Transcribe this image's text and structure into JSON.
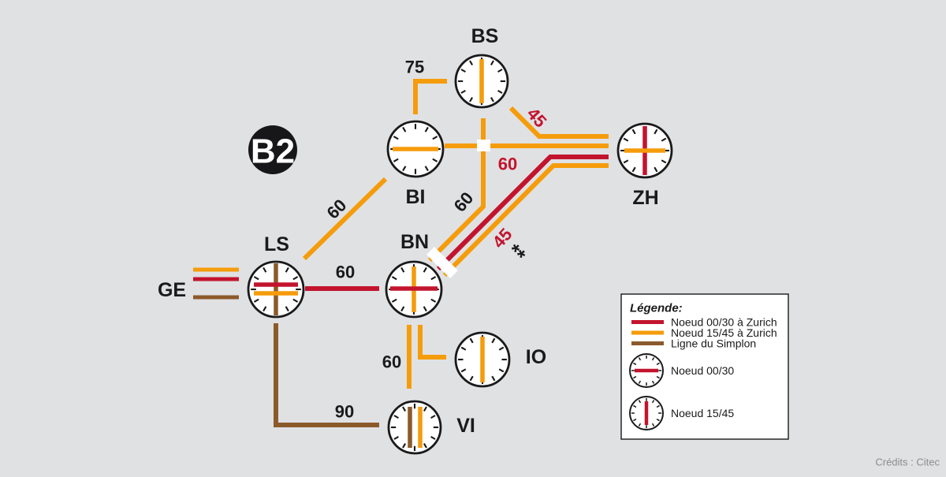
{
  "colors": {
    "node_0030": "#c3142d",
    "node_1545": "#f59c0b",
    "simplon": "#8b5a2b",
    "ink": "#1a1a1a",
    "background": "#e0e1e3",
    "badge_bg": "#17171a",
    "badge_text": "#ffffff",
    "credits_text": "#8c8c8e"
  },
  "badge": {
    "label": "B2"
  },
  "stations": [
    {
      "id": "BS",
      "label": "BS",
      "hands": [
        {
          "orient": "vertical",
          "service": "node_1545"
        }
      ]
    },
    {
      "id": "BI",
      "label": "BI",
      "hands": [
        {
          "orient": "horizontal",
          "service": "node_1545"
        }
      ]
    },
    {
      "id": "ZH",
      "label": "ZH",
      "hands": [
        {
          "orient": "vertical",
          "service": "node_0030"
        },
        {
          "orient": "horizontal",
          "service": "node_1545"
        }
      ]
    },
    {
      "id": "LS",
      "label": "LS",
      "hands": [
        {
          "orient": "vertical",
          "service": "simplon"
        },
        {
          "orient": "horizontal",
          "service": "node_0030"
        },
        {
          "orient": "horizontal",
          "service": "node_1545"
        }
      ]
    },
    {
      "id": "BN",
      "label": "BN",
      "hands": [
        {
          "orient": "vertical",
          "service": "node_1545"
        },
        {
          "orient": "horizontal",
          "service": "node_0030"
        }
      ]
    },
    {
      "id": "IO",
      "label": "IO",
      "hands": [
        {
          "orient": "vertical",
          "service": "node_1545"
        }
      ]
    },
    {
      "id": "VI",
      "label": "VI",
      "hands": [
        {
          "orient": "vertical",
          "service": "simplon"
        },
        {
          "orient": "vertical",
          "service": "node_1545"
        }
      ]
    },
    {
      "id": "GE",
      "label": "GE",
      "hands": []
    }
  ],
  "edges": [
    {
      "id": "ge-ls-1545",
      "service": "node_1545"
    },
    {
      "id": "ge-ls-0030",
      "service": "node_0030"
    },
    {
      "id": "ge-ls-simplon",
      "service": "simplon"
    },
    {
      "id": "ls-bi",
      "service": "node_1545",
      "label": "60",
      "label_style": "black"
    },
    {
      "id": "bs-bi",
      "service": "node_1545",
      "label": "75",
      "label_style": "black"
    },
    {
      "id": "bs-bn",
      "service": "node_1545",
      "label": "60",
      "label_style": "black"
    },
    {
      "id": "bs-zh",
      "service": "node_1545",
      "label": "45",
      "label_style": "red"
    },
    {
      "id": "bi-zh",
      "service": "node_1545",
      "label": "60",
      "label_style": "red"
    },
    {
      "id": "bn-zh-0030",
      "service": "node_0030",
      "label": "45",
      "label_style": "red",
      "note": "**"
    },
    {
      "id": "bn-zh-1545",
      "service": "node_1545"
    },
    {
      "id": "ls-bn",
      "service": "node_0030",
      "label": "60",
      "label_style": "black"
    },
    {
      "id": "bn-vi",
      "service": "node_1545",
      "label": "60",
      "label_style": "black"
    },
    {
      "id": "bn-io",
      "service": "node_1545"
    },
    {
      "id": "ls-vi",
      "service": "simplon",
      "label": "90",
      "label_style": "black"
    }
  ],
  "legend": {
    "title": "Légende:",
    "lines": [
      {
        "label": "Noeud 00/30 à Zurich",
        "service": "node_0030"
      },
      {
        "label": "Noeud 15/45 à Zurich",
        "service": "node_1545"
      },
      {
        "label": "Ligne du Simplon",
        "service": "simplon"
      }
    ],
    "clocks": [
      {
        "label": "Noeud 00/30",
        "orient": "horizontal",
        "service": "node_0030"
      },
      {
        "label": "Noeud 15/45",
        "orient": "vertical",
        "service": "node_0030"
      }
    ]
  },
  "credits": "Crédits : Citec"
}
